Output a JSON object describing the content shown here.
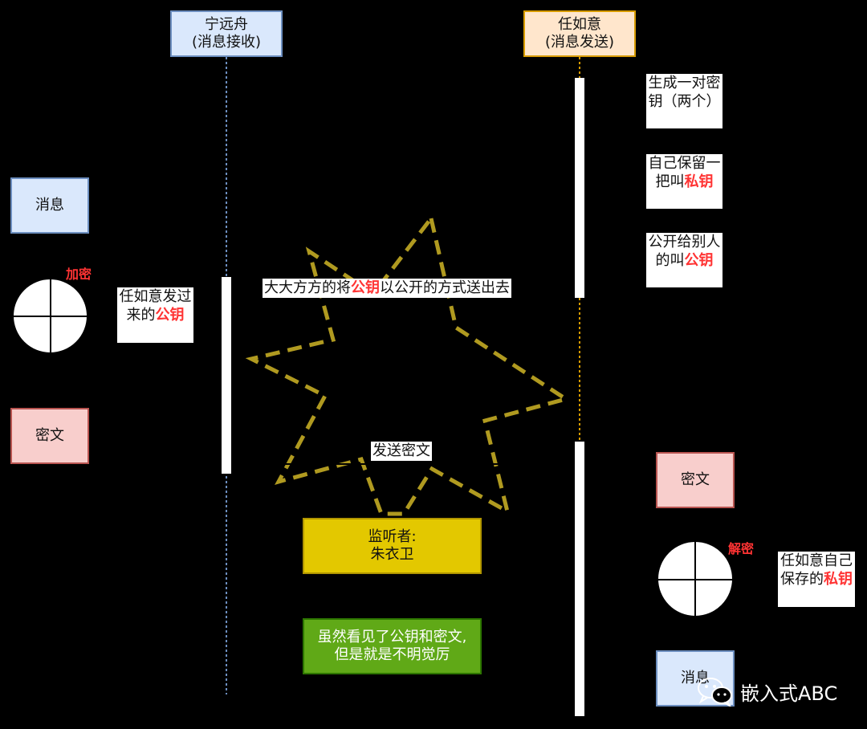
{
  "participants": {
    "receiver": {
      "name": "宁远舟",
      "role": "(消息接收)"
    },
    "sender": {
      "name": "任如意",
      "role": "(消息发送)"
    }
  },
  "sender_notes": {
    "generate": "生成一对密钥（两个）",
    "keep_prefix": "自己保留一把叫",
    "keep_key": "私钥",
    "give_prefix": "公开给别人的叫",
    "give_key": "公钥"
  },
  "messages": {
    "send_public_key_prefix": "大大方方的将",
    "send_public_key_key": "公钥",
    "send_public_key_suffix": "以公开的方式送出去",
    "send_ciphertext": "发送密文"
  },
  "receiver_side": {
    "message_box": "消息",
    "encrypt_label": "加密",
    "key_note_prefix": "任如意发过来的",
    "key_note_key": "公钥",
    "ciphertext_box": "密文"
  },
  "sender_side": {
    "ciphertext_box": "密文",
    "decrypt_label": "解密",
    "key_note_prefix": "任如意自己保存的",
    "key_note_key": "私钥",
    "message_box": "消息"
  },
  "eavesdropper": {
    "title": "监听者:",
    "name": "朱衣卫"
  },
  "conclusion": {
    "line1": "虽然看见了公钥和密文,",
    "line2": "但是就是不明觉厉"
  },
  "watermark": {
    "text": "嵌入式ABC",
    "icon": "wechat-icon"
  },
  "colors": {
    "background": "#000000",
    "receiver_fill": "#dae8fc",
    "sender_fill": "#ffe6cc",
    "key_highlight": "#ff3333",
    "eavesdropper_fill": "#e3c800",
    "conclusion_fill": "#60a917",
    "star_dash": "#b09a20"
  }
}
